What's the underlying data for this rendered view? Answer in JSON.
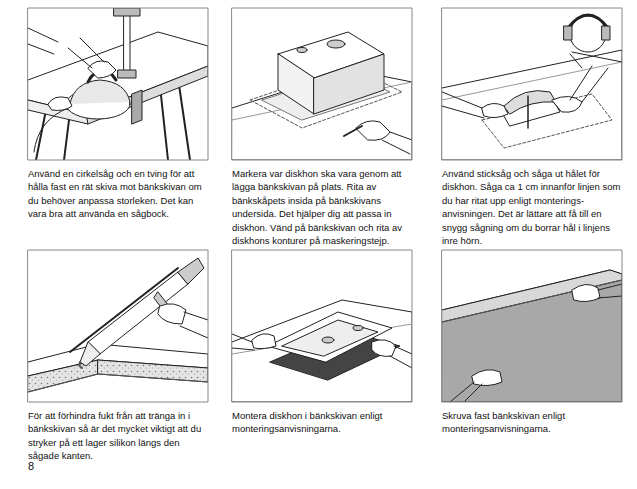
{
  "diagram": {
    "nodes": [
      {
        "text": [
          "Använd en cirkelsåg och en tving för att hålla fast en rät skiva mot bänkskivan om du behöver anpassa storleken. Det kan vara bra att använda en sågbock."
        ]
      },
      {
        "text": [
          "Markera var diskhon ska vara genom att lägga bänkskivan på plats. Rita av bänkskåpets insida på bänkskivans undersida. Det hjälper dig att passa in diskhon. Vänd på bänkskivan och rita av diskhons konturer på maskeringstejp."
        ]
      },
      {
        "text": [
          "Använd sticksåg och såga ut hålet för diskhon. Såga ca 1 cm innanför linjen som du har ritat upp enligt monterings- anvisningen. Det är lättare att få till en snygg sågning om du borrar hål i linjens inre hörn."
        ]
      },
      {
        "text": [
          "För att förhindra fukt från att tränga in i bänkskivan så är det mycket viktigt att du stryker på ett lager silikon längs den sågade kanten."
        ]
      },
      {
        "text": [
          "Montera diskhon i bänkskivan enligt monteringsanvisningarna."
        ]
      },
      {
        "text": [
          "Skruva fast bänkskivan enligt monteringsanvisningarna."
        ]
      }
    ],
    "labels": [
      "8"
    ]
  }
}
